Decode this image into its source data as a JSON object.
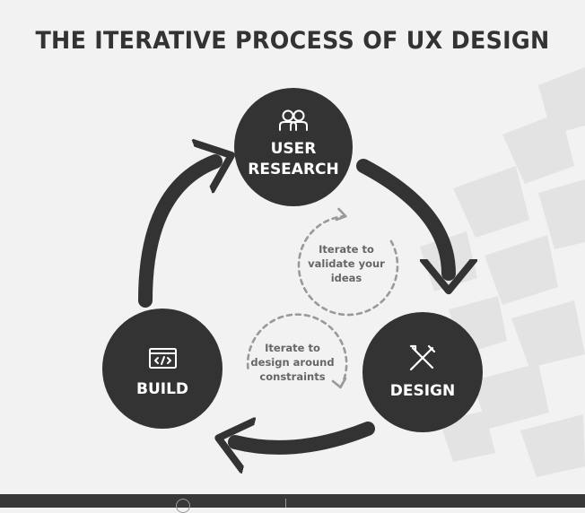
{
  "title": "THE ITERATIVE PROCESS OF UX DESIGN",
  "colors": {
    "background": "#f2f2f2",
    "node_fill": "#333333",
    "node_text": "#ffffff",
    "arrow": "#333333",
    "note_text": "#666666",
    "dashed_loop": "#999999",
    "watermark": "#e3e3e3",
    "footer": "#383838"
  },
  "nodes": [
    {
      "id": "user-research",
      "icon": "users-icon",
      "lines": [
        "USER",
        "RESEARCH"
      ]
    },
    {
      "id": "design",
      "icon": "pencil-ruler-icon",
      "lines": [
        "DESIGN"
      ]
    },
    {
      "id": "build",
      "icon": "code-window-icon",
      "lines": [
        "BUILD"
      ]
    }
  ],
  "iterations": [
    {
      "id": "validate",
      "lines": [
        "Iterate to",
        "validate your",
        "ideas"
      ]
    },
    {
      "id": "constraints",
      "lines": [
        "Iterate to",
        "design around",
        "constraints"
      ]
    }
  ],
  "flow": [
    {
      "from": "user-research",
      "to": "design"
    },
    {
      "from": "design",
      "to": "build"
    },
    {
      "from": "build",
      "to": "user-research"
    }
  ]
}
